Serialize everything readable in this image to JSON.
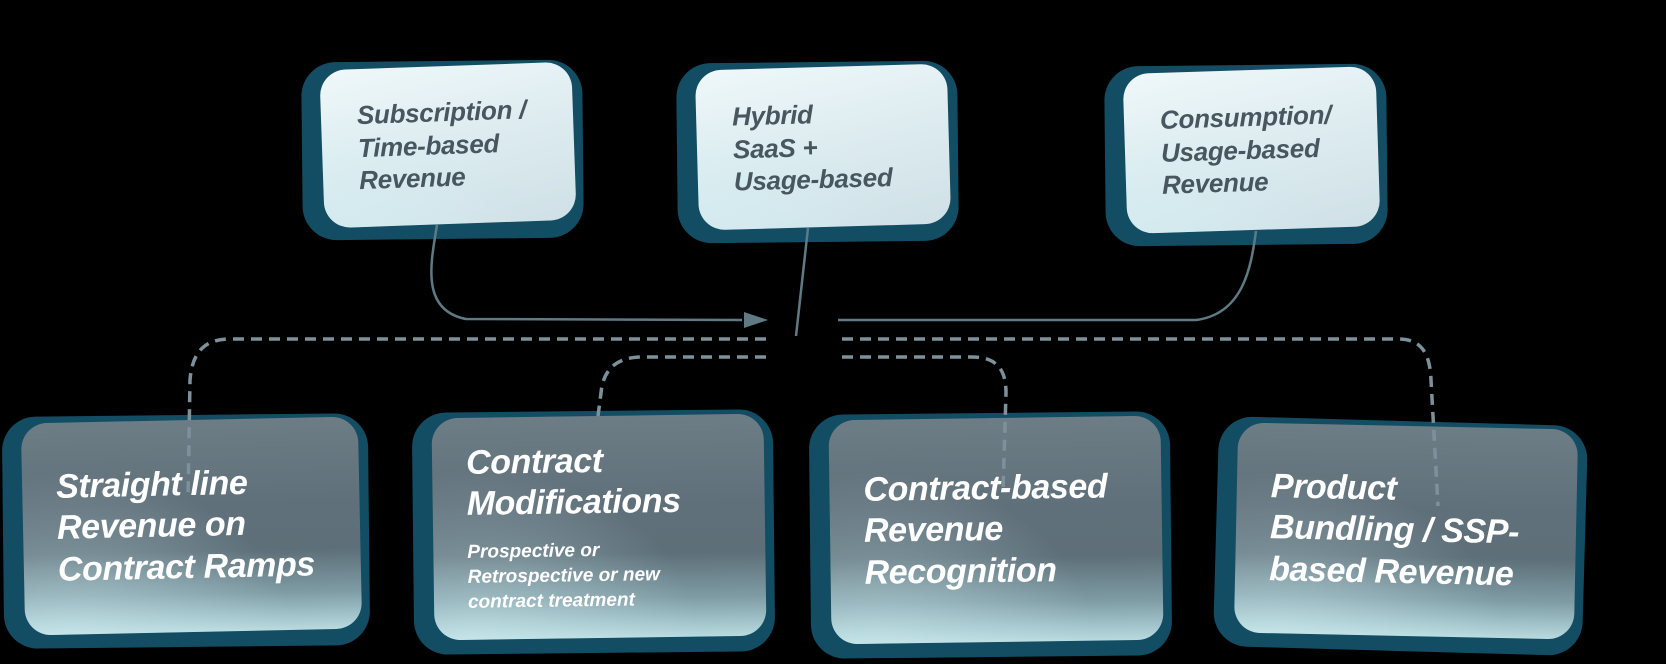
{
  "canvas": {
    "background": "#000000"
  },
  "colors": {
    "box_rim": "#134d63",
    "top_box_fill_start": "#eff8fa",
    "top_box_fill_end": "#cfe0e6",
    "top_box_text": "#47565f",
    "bottom_box_fill_top": "#6d7d85",
    "bottom_box_fill_bottom": "#b9dade",
    "bottom_box_text": "#ffffff",
    "solid_connector": "#5f7a85",
    "dashed_connector": "#7d919b"
  },
  "top_boxes": [
    {
      "id": "subscription",
      "text": "Subscription /\nTime-based\nRevenue"
    },
    {
      "id": "hybrid",
      "text": "Hybrid\nSaaS +\nUsage-based"
    },
    {
      "id": "consumption",
      "text": "Consumption/\nUsage-based\nRevenue"
    }
  ],
  "bottom_boxes": [
    {
      "id": "straight-line-ramps",
      "title": "Straight line\nRevenue on\nContract Ramps",
      "subtitle": ""
    },
    {
      "id": "contract-modifications",
      "title": "Contract\nModifications",
      "subtitle": "Prospective or\nRetrospective or new\ncontract treatment"
    },
    {
      "id": "contract-based-recognition",
      "title": "Contract-based\nRevenue\nRecognition",
      "subtitle": ""
    },
    {
      "id": "product-bundling-ssp",
      "title": "Product\nBundling / SSP-\nbased Revenue",
      "subtitle": ""
    }
  ]
}
